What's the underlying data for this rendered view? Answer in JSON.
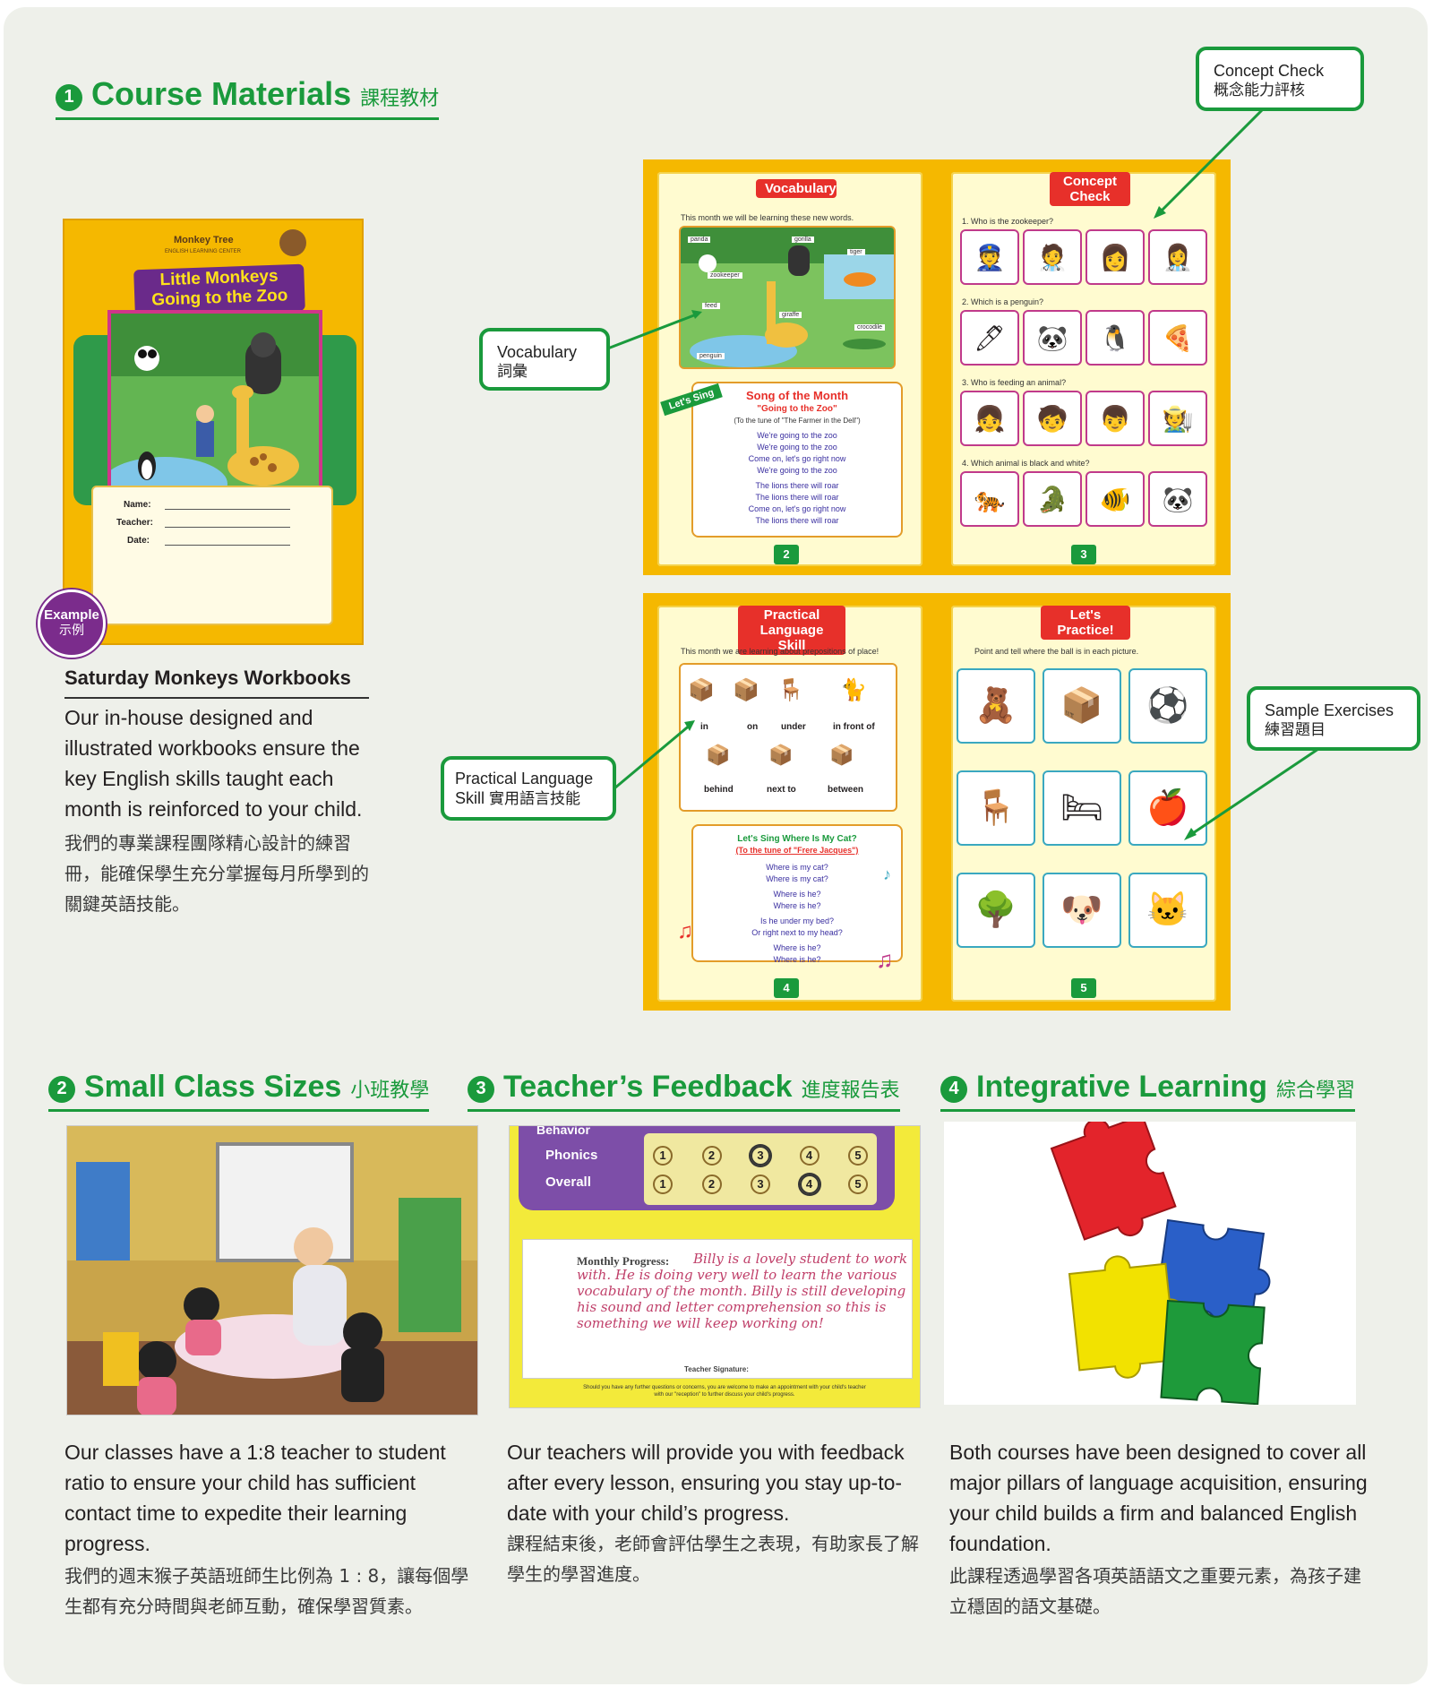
{
  "colors": {
    "accent": "#1a9a3c",
    "workbook_yellow": "#f5b800",
    "example_purple": "#7b2c8c"
  },
  "section1": {
    "number": "1",
    "title_en": "Course Materials",
    "title_zh": "課程教材",
    "workbook_cover": {
      "brand": "Monkey Tree",
      "brand_sub": "ENGLISH LEARNING CENTER",
      "title_line1": "Little Monkeys",
      "title_line2": "Going to the Zoo",
      "name_label": "Name:",
      "teacher_label": "Teacher:",
      "date_label": "Date:",
      "example_en": "Example",
      "example_zh": "示例"
    },
    "subtitle": "Saturday Monkeys Workbooks",
    "body_en": "Our in-house designed and illustrated workbooks ensure the key English skills taught each month is reinforced to your child.",
    "body_zh": "我們的專業課程團隊精心設計的練習冊，能確保學生充分掌握每月所學到的關鍵英語技能。",
    "callouts": {
      "concept_en": "Concept Check",
      "concept_zh": "概念能力評核",
      "vocab_en": "Vocabulary",
      "vocab_zh": "詞彙",
      "practical_en": "Practical Language",
      "practical_en2": "Skill",
      "practical_zh": "實用語言技能",
      "sample_en": "Sample Exercises",
      "sample_zh": "練習題目"
    },
    "pages": {
      "vocab_tab": "Vocabulary",
      "vocab_intro": "This month we will be learning these new words.",
      "vocab_words": [
        "panda",
        "gorilla",
        "tiger",
        "zookeeper",
        "feed",
        "giraffe",
        "crocodile",
        "penguin"
      ],
      "lets_sing": "Let's Sing",
      "song_title": "Song of the Month",
      "song_name": "\"Going to the Zoo\"",
      "song_tune": "(To the tune of \"The Farmer in the Dell\")",
      "song_lines": [
        "We're going to the zoo",
        "We're going to the zoo",
        "Come on, let's go right now",
        "We're going to the zoo",
        "The lions there will roar",
        "The lions there will roar",
        "Come on, let's go right now",
        "The lions there will roar"
      ],
      "page2": "2",
      "concept_tab1": "Concept",
      "concept_tab2": "Check",
      "q1": "1. Who is the zookeeper?",
      "q2": "2. Which is a penguin?",
      "q3": "3. Who is feeding an animal?",
      "q4": "4. Which animal is black and white?",
      "page3": "3",
      "practical_tab1": "Practical",
      "practical_tab2": "Language Skill",
      "practical_intro": "This month we are learning about prepositions of place!",
      "preps": [
        "in",
        "on",
        "under",
        "in front of",
        "behind",
        "next to",
        "between"
      ],
      "song2_title": "Let's Sing  Where Is My Cat?",
      "song2_tune": "(To the tune of \"Frere Jacques\")",
      "song2_lines": [
        "Where is my cat?",
        "Where is my cat?",
        "Where is he?",
        "Where is he?",
        "Is he under my bed?",
        "Or right next to my head?",
        "Where is he?",
        "Where is he?"
      ],
      "page4": "4",
      "practice_tab1": "Let's",
      "practice_tab2": "Practice!",
      "practice_intro": "Point and tell where the ball is in each picture.",
      "page5": "5"
    }
  },
  "section2": {
    "number": "2",
    "title_en": "Small Class Sizes",
    "title_zh": "小班教學",
    "body_en": "Our classes have a 1:8 teacher to student ratio to ensure your child has sufficient contact time to expedite their learning progress.",
    "body_zh": "我們的週末猴子英語班師生比例為 1 : 8，讓每個學生都有充分時間與老師互動，確保學習質素。"
  },
  "section3": {
    "number": "3",
    "title_en": "Teacher’s Feedback",
    "title_zh": "進度報告表",
    "report": {
      "row0": "Behavior",
      "row1": "Phonics",
      "row2": "Overall",
      "scale": [
        "1",
        "2",
        "3",
        "4",
        "5"
      ],
      "monthly_label": "Monthly Progress:",
      "handwriting": "Billy is a lovely student to work with. He is doing very well to learn the various vocabulary of the month. Billy is still developing his sound and letter comprehension so this is something we will keep working on!",
      "signature_label": "Teacher Signature:",
      "footer": "Should you have any further questions or concerns, you are welcome to make an appointment with your child's teacher with our \"reception\" to further discuss your child's progress."
    },
    "body_en": "Our teachers will provide you with feedback after every lesson, ensuring you stay up-to-date with your child’s progress.",
    "body_zh": "課程結束後，老師會評估學生之表現，有助家長了解學生的學習進度。"
  },
  "section4": {
    "number": "4",
    "title_en": "Integrative Learning",
    "title_zh": "綜合學習",
    "body_en": "Both courses have been designed to cover all major pillars of language acquisition, ensuring your child builds a firm and balanced English foundation.",
    "body_zh": "此課程透過學習各項英語語文之重要元素，為孩子建立穩固的語文基礎。"
  }
}
